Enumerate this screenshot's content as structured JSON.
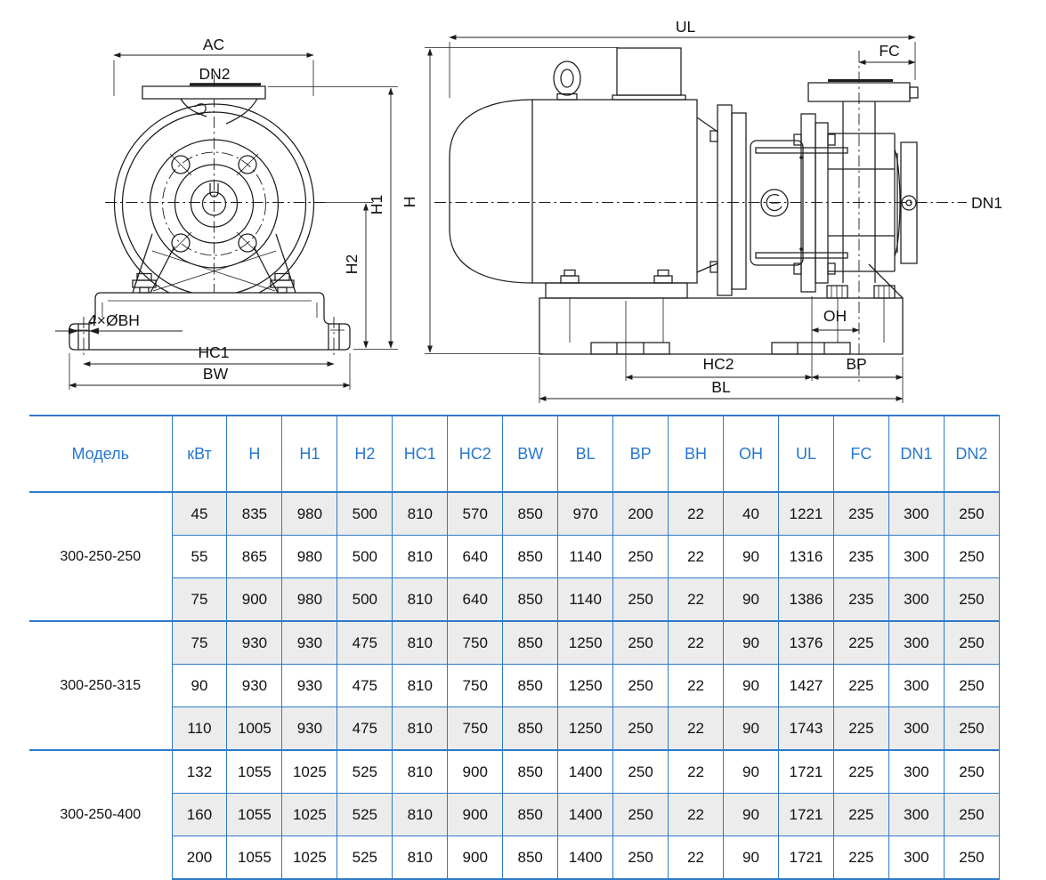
{
  "drawing": {
    "line_color": "#1c1c1c",
    "left_view": {
      "labels": {
        "ac": "AC",
        "dn2": "DN2",
        "h1": "H1",
        "h2": "H2",
        "bolt_holes": "4×ØBH",
        "hc1": "HC1",
        "bw": "BW"
      }
    },
    "right_view": {
      "labels": {
        "ul": "UL",
        "fc": "FC",
        "h": "H",
        "dn1": "DN1",
        "oh": "OH",
        "hc2": "HC2",
        "bp": "BP",
        "bl": "BL"
      }
    }
  },
  "table": {
    "accent_color": "#2e7ac8",
    "header_text_color": "#2777cf",
    "shaded_row_color": "#ececec",
    "columns": [
      "Модель",
      "кВт",
      "H",
      "H1",
      "H2",
      "HC1",
      "HC2",
      "BW",
      "BL",
      "BP",
      "BH",
      "OH",
      "UL",
      "FC",
      "DN1",
      "DN2"
    ],
    "groups": [
      {
        "model": "300-250-250",
        "rows": [
          {
            "shaded": true,
            "values": [
              "45",
              "835",
              "980",
              "500",
              "810",
              "570",
              "850",
              "970",
              "200",
              "22",
              "40",
              "1221",
              "235",
              "300",
              "250"
            ]
          },
          {
            "shaded": false,
            "values": [
              "55",
              "865",
              "980",
              "500",
              "810",
              "640",
              "850",
              "1140",
              "250",
              "22",
              "90",
              "1316",
              "235",
              "300",
              "250"
            ]
          },
          {
            "shaded": true,
            "values": [
              "75",
              "900",
              "980",
              "500",
              "810",
              "640",
              "850",
              "1140",
              "250",
              "22",
              "90",
              "1386",
              "235",
              "300",
              "250"
            ]
          }
        ]
      },
      {
        "model": "300-250-315",
        "rows": [
          {
            "shaded": true,
            "values": [
              "75",
              "930",
              "930",
              "475",
              "810",
              "750",
              "850",
              "1250",
              "250",
              "22",
              "90",
              "1376",
              "225",
              "300",
              "250"
            ]
          },
          {
            "shaded": false,
            "values": [
              "90",
              "930",
              "930",
              "475",
              "810",
              "750",
              "850",
              "1250",
              "250",
              "22",
              "90",
              "1427",
              "225",
              "300",
              "250"
            ]
          },
          {
            "shaded": true,
            "values": [
              "110",
              "1005",
              "930",
              "475",
              "810",
              "750",
              "850",
              "1250",
              "250",
              "22",
              "90",
              "1743",
              "225",
              "300",
              "250"
            ]
          }
        ]
      },
      {
        "model": "300-250-400",
        "rows": [
          {
            "shaded": false,
            "values": [
              "132",
              "1055",
              "1025",
              "525",
              "810",
              "900",
              "850",
              "1400",
              "250",
              "22",
              "90",
              "1721",
              "225",
              "300",
              "250"
            ]
          },
          {
            "shaded": true,
            "values": [
              "160",
              "1055",
              "1025",
              "525",
              "810",
              "900",
              "850",
              "1400",
              "250",
              "22",
              "90",
              "1721",
              "225",
              "300",
              "250"
            ]
          },
          {
            "shaded": false,
            "values": [
              "200",
              "1055",
              "1025",
              "525",
              "810",
              "900",
              "850",
              "1400",
              "250",
              "22",
              "90",
              "1721",
              "225",
              "300",
              "250"
            ]
          }
        ]
      }
    ]
  }
}
